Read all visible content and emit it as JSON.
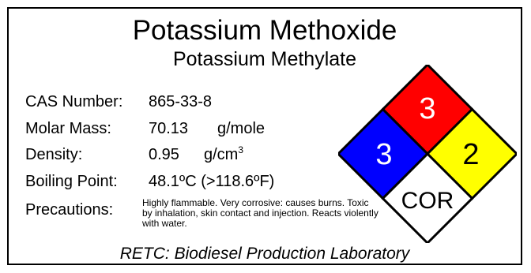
{
  "title": "Potassium Methoxide",
  "subtitle": "Potassium Methylate",
  "properties": {
    "cas": {
      "label": "CAS Number:",
      "value": "865-33-8"
    },
    "molar_mass": {
      "label": "Molar Mass:",
      "value": "70.13",
      "unit": "g/mole"
    },
    "density": {
      "label": "Density:",
      "value": "0.95",
      "unit_base": "g/cm",
      "unit_sup": "3"
    },
    "boiling_point": {
      "label": "Boiling Point:",
      "value": "48.1ºC (>118.6ºF)"
    }
  },
  "precautions": {
    "label": "Precautions:",
    "text": "Highly flammable. Very corrosive: causes burns. Toxic by inhalation, skin contact and injection. Reacts violently with water."
  },
  "nfpa": {
    "health": "3",
    "flammability": "3",
    "instability": "2",
    "special": "COR",
    "colors": {
      "health": "#0000ff",
      "flammability": "#ff0000",
      "instability": "#ffff00",
      "special": "#ffffff"
    }
  },
  "footer": "RETC: Biodiesel Production Laboratory"
}
